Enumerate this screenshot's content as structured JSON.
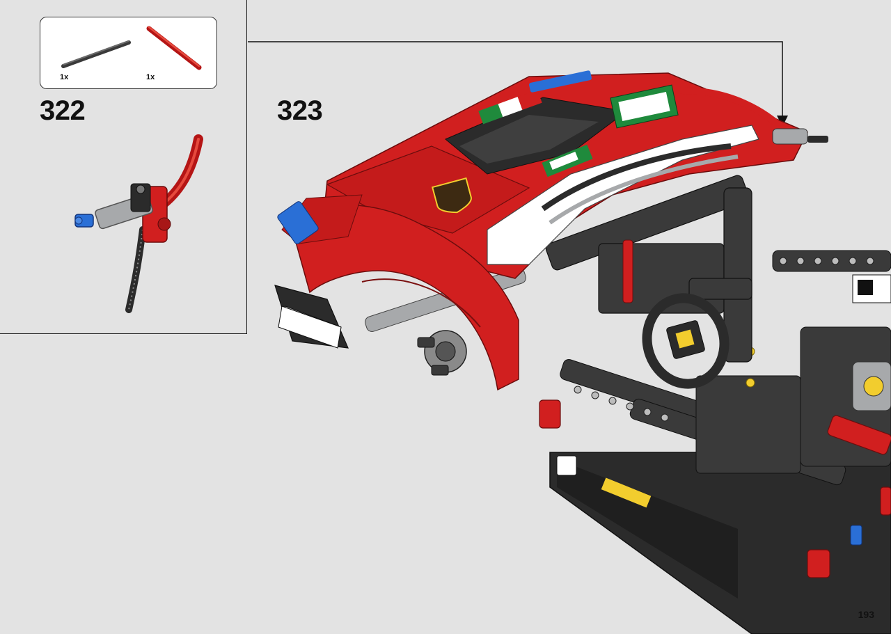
{
  "page": {
    "number": "193",
    "background": "#e3e3e3"
  },
  "steps": [
    {
      "number": "322",
      "parts": [
        {
          "name": "dark-grey-axle",
          "quantity": "1x",
          "color": "#3a3a3a"
        },
        {
          "name": "red-axle",
          "quantity": "1x",
          "color": "#d11f1f"
        }
      ]
    },
    {
      "number": "323"
    }
  ],
  "colors": {
    "lego_red": "#d11f1f",
    "lego_dark_grey": "#2b2b2b",
    "lego_light_grey": "#a7a9ab",
    "lego_blue": "#2a6fd6",
    "lego_yellow": "#f2cd2e",
    "lego_white": "#ffffff",
    "decal_green": "#1f8a3c"
  },
  "icons": [
    "arrow-down-icon"
  ]
}
